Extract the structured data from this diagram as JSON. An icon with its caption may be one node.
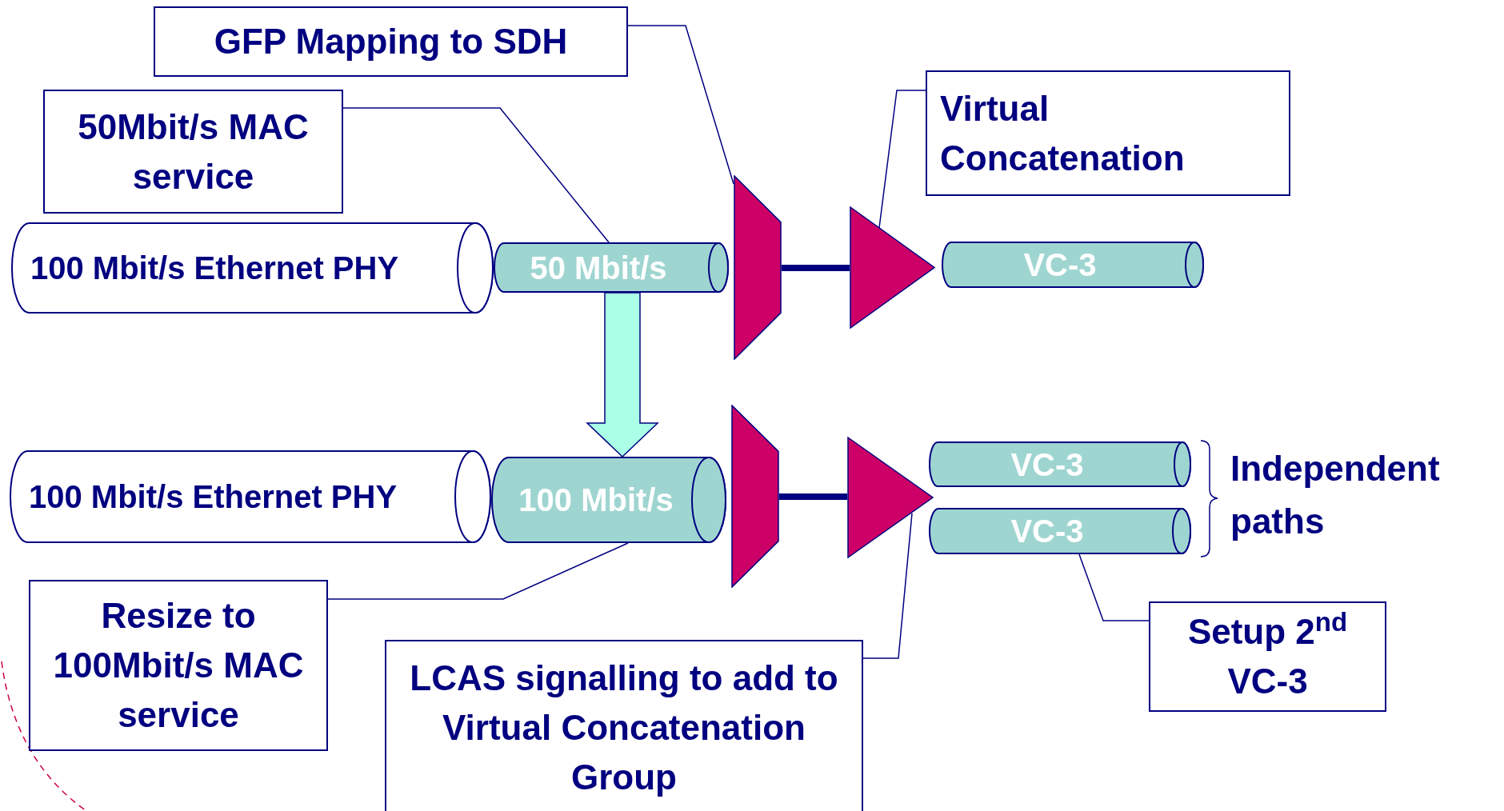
{
  "diagram": {
    "nodes": [
      {
        "text": [
          "GFP Mapping to SDH"
        ]
      },
      {
        "text": [
          "50Mbit/s MAC service"
        ]
      },
      {
        "text": [
          "Virtual Concatenation"
        ]
      },
      {
        "text": [
          "100 Mbit/s Ethernet PHY"
        ]
      },
      {
        "text": [
          "50 Mbit/s"
        ]
      },
      {
        "text": [],
        "shape": "trapezoid"
      },
      {
        "text": [],
        "shape": "triangle"
      },
      {
        "text": [
          "VC-3"
        ]
      },
      {
        "text": [
          "100 Mbit/s Ethernet PHY"
        ]
      },
      {
        "text": [
          "100 Mbit/s"
        ]
      },
      {
        "text": [],
        "shape": "trapezoid"
      },
      {
        "text": [],
        "shape": "triangle"
      },
      {
        "text": [
          "VC-3"
        ]
      },
      {
        "text": [
          "VC-3"
        ]
      },
      {
        "text": [
          "Resize to 100Mbit/s MAC service"
        ]
      },
      {
        "text": [
          "LCAS signalling to add to Virtual Concatenation Group"
        ]
      },
      {
        "text": [
          "Setup 2$^{nd}$ VC-3"
        ]
      }
    ],
    "edges": [
      {
        "from": 0,
        "to": 5,
        "arrow": "none"
      },
      {
        "from": 1,
        "to": 4,
        "arrow": "none"
      },
      {
        "from": 2,
        "to": 6,
        "arrow": "none"
      },
      {
        "from": 5,
        "to": 6,
        "arrow": "none",
        "style": "thick"
      },
      {
        "from": 4,
        "to": 9,
        "arrow": "to"
      },
      {
        "from": 10,
        "to": 11,
        "arrow": "none",
        "style": "thick"
      },
      {
        "from": 14,
        "to": 9,
        "arrow": "none"
      },
      {
        "from": 15,
        "to": 11,
        "arrow": "none"
      },
      {
        "from": 16,
        "to": 13,
        "arrow": "none"
      }
    ],
    "labels": [
      "Independent paths"
    ]
  }
}
